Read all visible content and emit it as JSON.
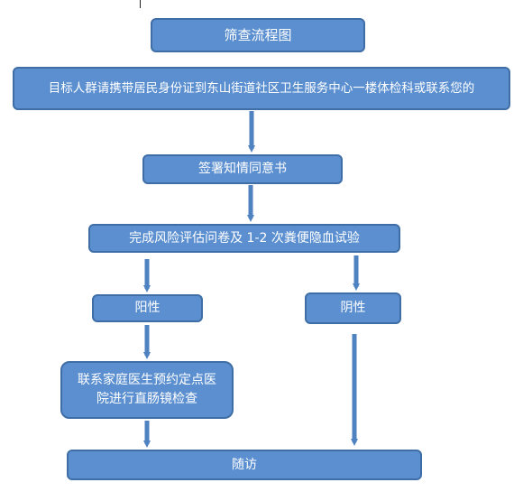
{
  "diagram": {
    "title": "筛查流程图",
    "step_1": "目标人群请携带居民身份证到东山街道社区卫生服务中心一楼体检科或联系您的",
    "step_2": "签署知情同意书",
    "step_3": "完成风险评估问卷及 1-2 次粪便隐血试验",
    "positive": "阳性",
    "negative": "阴性",
    "positive_action": "联系家庭医生预约定点医院进行直肠镜检查",
    "follow_up": "随访",
    "colors": {
      "box_fill": "#5b8fd0",
      "box_border": "#3f6ea6",
      "arrow": "#4f82c0"
    }
  }
}
